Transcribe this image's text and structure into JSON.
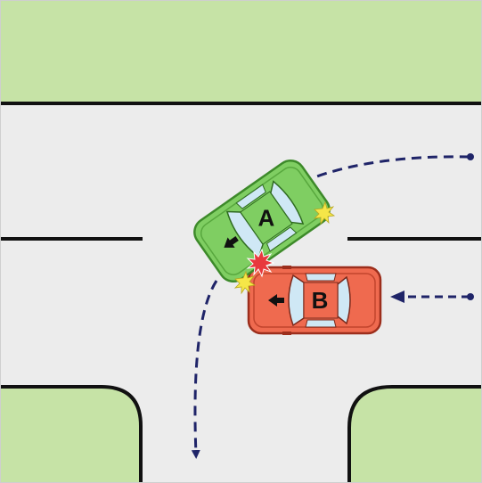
{
  "colors": {
    "grass": "#c6e3a6",
    "road": "#ececec",
    "curb": "#111111",
    "path": "#1f2468",
    "car_a_body": "#7fce62",
    "car_a_dark": "#3d8a2a",
    "car_b_body": "#ef6a4f",
    "car_b_dark": "#9c2e1c",
    "glass": "#cfe8f5",
    "impact": "#e8383d",
    "headlight": "#f5e648"
  },
  "vehicles": [
    {
      "id": "A",
      "label": "A",
      "color": "green",
      "heading": "left-turning-south"
    },
    {
      "id": "B",
      "label": "B",
      "color": "red",
      "heading": "west"
    }
  ],
  "paths": [
    {
      "vehicle": "A",
      "style": "dashed",
      "from": "east",
      "to": "south"
    },
    {
      "vehicle": "B",
      "style": "dashed",
      "from": "east",
      "to": "west"
    }
  ],
  "impact_icon": "collision-star-icon"
}
